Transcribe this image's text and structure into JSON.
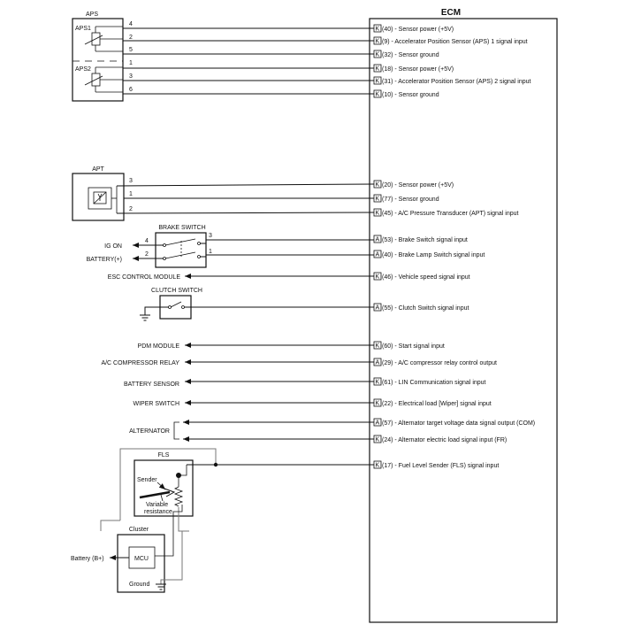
{
  "ecm": {
    "title": "ECM",
    "signals": [
      {
        "id": "aps1-power",
        "pin": "K",
        "label": "(40) - Sensor power (+5V)"
      },
      {
        "id": "aps1-signal",
        "pin": "K",
        "label": "(9) - Accelerator Position Sensor (APS) 1 signal input"
      },
      {
        "id": "aps1-ground",
        "pin": "K",
        "label": "(32) - Sensor ground"
      },
      {
        "id": "aps2-power",
        "pin": "K",
        "label": "(18) - Sensor power (+5V)"
      },
      {
        "id": "aps2-signal",
        "pin": "K",
        "label": "(31) - Accelerator Position Sensor (APS) 2 signal input"
      },
      {
        "id": "aps2-ground",
        "pin": "K",
        "label": "(10) - Sensor ground"
      },
      {
        "id": "apt-power",
        "pin": "K",
        "label": "(20) - Sensor power (+5V)"
      },
      {
        "id": "apt-ground",
        "pin": "K",
        "label": "(77) - Sensor ground"
      },
      {
        "id": "apt-signal",
        "pin": "K",
        "label": "(45) - A/C Pressure Transducer (APT) signal input"
      },
      {
        "id": "brake-switch",
        "pin": "A",
        "label": "(53) - Brake Switch signal input"
      },
      {
        "id": "brake-lamp",
        "pin": "A",
        "label": "(40) - Brake Lamp Switch signal input"
      },
      {
        "id": "vehicle-speed",
        "pin": "K",
        "label": "(46) - Vehicle speed signal input"
      },
      {
        "id": "clutch-switch",
        "pin": "A",
        "label": "(55) - Clutch Switch signal input"
      },
      {
        "id": "start-signal",
        "pin": "K",
        "label": "(60) - Start signal input"
      },
      {
        "id": "ac-relay",
        "pin": "A",
        "label": "(29) - A/C compressor relay control output"
      },
      {
        "id": "lin-comm",
        "pin": "K",
        "label": "(61) - LIN Communication signal input"
      },
      {
        "id": "electrical-load",
        "pin": "K",
        "label": "(22) - Electrical load [Wiper] signal input"
      },
      {
        "id": "alt-target",
        "pin": "A",
        "label": "(57) - Alternator target voltage data signal output (COM)"
      },
      {
        "id": "alt-load",
        "pin": "K",
        "label": "(24) - Alternator electric load signal input (FR)"
      },
      {
        "id": "fls",
        "pin": "K",
        "label": "(17) - Fuel Level Sender (FLS) signal input"
      }
    ]
  },
  "aps": {
    "title": "APS",
    "sensor1": "APS1",
    "sensor2": "APS2",
    "pins": [
      "4",
      "2",
      "5",
      "1",
      "3",
      "6"
    ]
  },
  "apt": {
    "title": "APT",
    "pins": [
      "3",
      "1",
      "2"
    ]
  },
  "brake_switch": {
    "title": "BRAKE SWITCH",
    "ig_on": "IG ON",
    "battery": "BATTERY(+)",
    "pins": [
      "4",
      "2",
      "3",
      "1"
    ]
  },
  "clutch_switch": {
    "title": "CLUTCH SWITCH"
  },
  "modules": {
    "esc": "ESC CONTROL MODULE",
    "pdm": "PDM MODULE",
    "ac_relay": "A/C COMPRESSOR RELAY",
    "battery_sensor": "BATTERY SENSOR",
    "wiper": "WIPER SWITCH",
    "alternator": "ALTERNATOR"
  },
  "fls": {
    "title": "FLS",
    "sender": "Sender",
    "variable_resistance_1": "Variable",
    "variable_resistance_2": "resistance"
  },
  "cluster": {
    "title": "Cluster",
    "mcu": "MCU",
    "ground": "Ground",
    "battery_input": "Battery (B+)"
  }
}
